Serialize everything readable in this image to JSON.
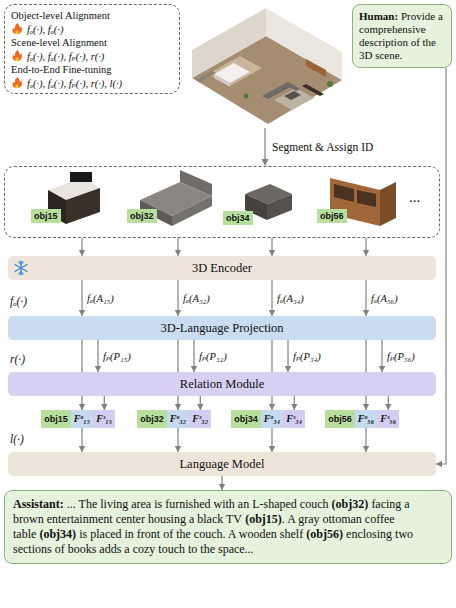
{
  "diagram": {
    "nodes": [
      {
        "text": [
          "Object-level Alignment",
          "fₒ(·), fₐ(·)",
          "Scene-level Alignment",
          "fₒ(·), fₐ(·), fₚ(·), r(·)",
          "End-to-End Fine-tuning",
          "fₒ(·), fₐ(·), fₚ(·), r(·), l(·)"
        ]
      },
      {
        "text": [
          "Human:",
          "Provide a comprehensive description of the 3D scene."
        ]
      },
      {
        "text": [
          "..."
        ]
      },
      {
        "text": [
          "obj15"
        ],
        "in": 2
      },
      {
        "text": [
          "obj32"
        ],
        "in": 2
      },
      {
        "text": [
          "obj34"
        ],
        "in": 2
      },
      {
        "text": [
          "obj56"
        ],
        "in": 2
      },
      {
        "text": [
          "3D Encoder"
        ]
      },
      {
        "text": [
          "3D-Language Projection"
        ]
      },
      {
        "text": [
          "Relation Module"
        ]
      },
      {
        "text": [
          "obj15"
        ]
      },
      {
        "text": [
          "Fᵒ₁₅"
        ]
      },
      {
        "text": [
          "Fˢ₁₅"
        ]
      },
      {
        "text": [
          "obj32"
        ]
      },
      {
        "text": [
          "Fᵒ₃₂"
        ]
      },
      {
        "text": [
          "Fˢ₃₂"
        ]
      },
      {
        "text": [
          "obj34"
        ]
      },
      {
        "text": [
          "Fᵒ₃₄"
        ]
      },
      {
        "text": [
          "Fˢ₃₄"
        ]
      },
      {
        "text": [
          "obj56"
        ]
      },
      {
        "text": [
          "Fᵒ₅₆"
        ]
      },
      {
        "text": [
          "Fˢ₅₆"
        ]
      },
      {
        "text": [
          "Language Model"
        ]
      },
      {
        "text": [
          "Assistant:",
          "... The living area is furnished with an L-shaped couch",
          "(obj32)",
          "facing a brown entertainment center housing a black TV",
          "(obj15)",
          ". A gray ottoman coffee table",
          "(obj34)",
          "is placed in front of the couch. A wooden shelf",
          "(obj56)",
          "enclosing two sections of books adds a cozy touch to the space..."
        ]
      }
    ],
    "edges": [
      {
        "from": 2,
        "to": 7,
        "arrow": "to"
      },
      {
        "from": 2,
        "to": 7,
        "arrow": "to"
      },
      {
        "from": 2,
        "to": 7,
        "arrow": "to"
      },
      {
        "from": 2,
        "to": 7,
        "arrow": "to"
      },
      {
        "from": 7,
        "to": 8,
        "arrow": "to",
        "label": "fₐ(A₁₅)"
      },
      {
        "from": 7,
        "to": 8,
        "arrow": "to",
        "label": "fₐ(A₃₂)"
      },
      {
        "from": 7,
        "to": 8,
        "arrow": "to",
        "label": "fₐ(A₃₄)"
      },
      {
        "from": 7,
        "to": 8,
        "arrow": "to",
        "label": "fₐ(A₅₆)"
      },
      {
        "from": 8,
        "to": 9,
        "arrow": "to",
        "label": "fₚ(P₁₅)"
      },
      {
        "from": 8,
        "to": 9,
        "arrow": "to",
        "label": "fₚ(P₃₂)"
      },
      {
        "from": 8,
        "to": 9,
        "arrow": "to",
        "label": "fₚ(P₃₄)"
      },
      {
        "from": 8,
        "to": 9,
        "arrow": "to",
        "label": "fₚ(P₅₆)"
      },
      {
        "from": 8,
        "to": 11,
        "arrow": "to"
      },
      {
        "from": 8,
        "to": 14,
        "arrow": "to"
      },
      {
        "from": 8,
        "to": 17,
        "arrow": "to"
      },
      {
        "from": 8,
        "to": 20,
        "arrow": "to"
      },
      {
        "from": 9,
        "to": 12,
        "arrow": "to"
      },
      {
        "from": 9,
        "to": 15,
        "arrow": "to"
      },
      {
        "from": 9,
        "to": 18,
        "arrow": "to"
      },
      {
        "from": 9,
        "to": 21,
        "arrow": "to"
      },
      {
        "from": 11,
        "to": 22,
        "arrow": "to"
      },
      {
        "from": 14,
        "to": 22,
        "arrow": "to"
      },
      {
        "from": 17,
        "to": 22,
        "arrow": "to"
      },
      {
        "from": 20,
        "to": 22,
        "arrow": "to"
      },
      {
        "from": 1,
        "to": 22,
        "arrow": "to"
      },
      {
        "from": 22,
        "to": 23,
        "arrow": "to"
      }
    ],
    "labels": [
      "Segment & Assign ID",
      "fₒ(·)",
      "r(·)",
      "l(·)"
    ]
  }
}
